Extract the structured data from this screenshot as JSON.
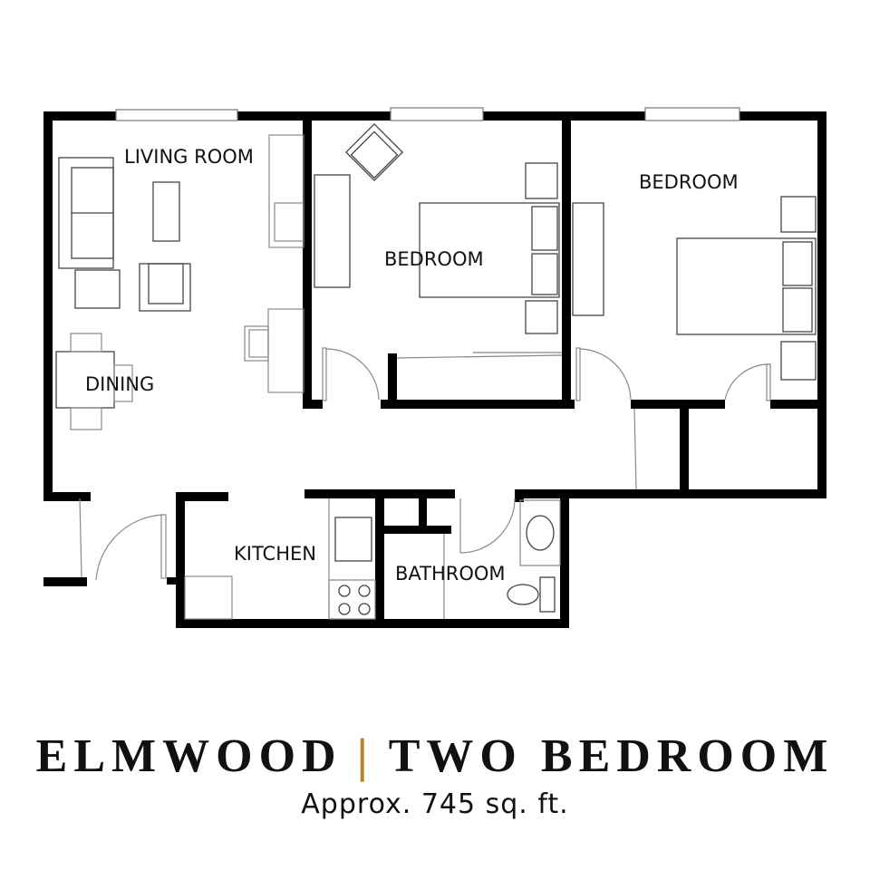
{
  "plan": {
    "rooms": {
      "living_room": "LIVING ROOM",
      "dining": "DINING",
      "bedroom_1": "BEDROOM",
      "bedroom_2": "BEDROOM",
      "kitchen": "KITCHEN",
      "bathroom": "BATHROOM"
    },
    "colors": {
      "wall": "#000000",
      "accent": "#b8862a"
    }
  },
  "title": {
    "name": "ELMWOOD",
    "separator": "|",
    "type": "TWO BEDROOM",
    "area": "Approx. 745 sq. ft."
  }
}
